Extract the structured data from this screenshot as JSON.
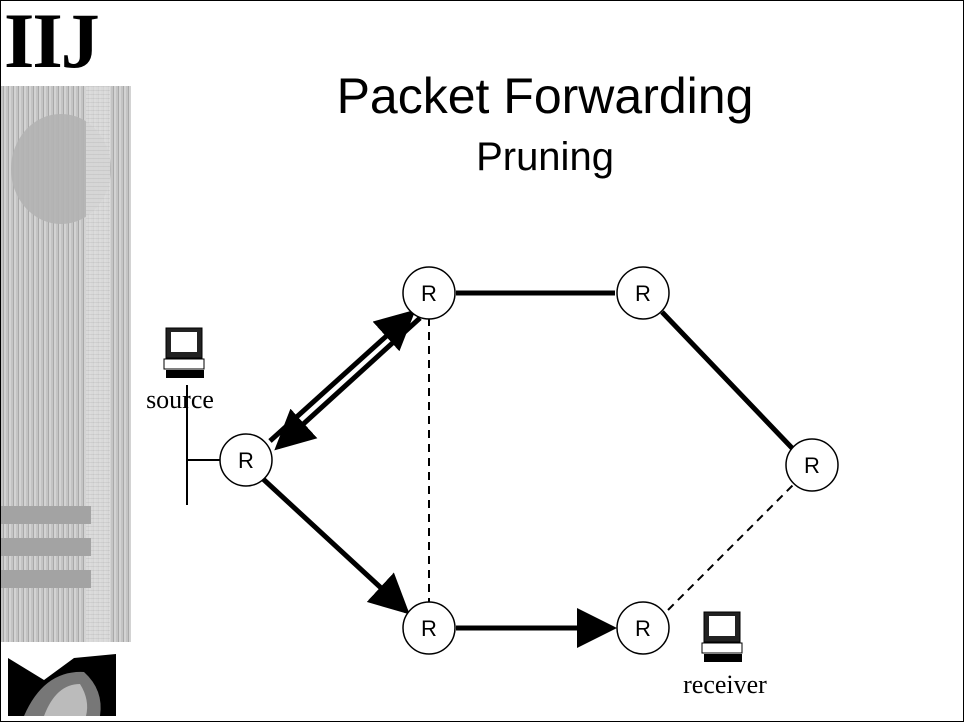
{
  "logo": {
    "text": "IIJ"
  },
  "title": "Packet Forwarding",
  "subtitle": "Pruning",
  "diagram": {
    "router_label": "R",
    "source_label": "source",
    "receiver_label": "receiver"
  }
}
